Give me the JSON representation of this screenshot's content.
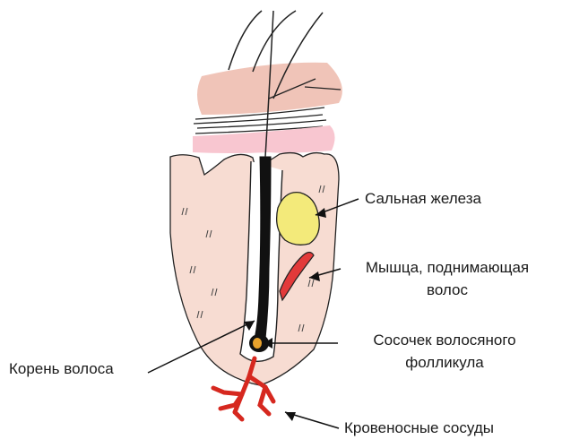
{
  "labels": {
    "sebaceous_gland": "Сальная железа",
    "muscle_line1": "Мышца, поднимающая",
    "muscle_line2": "волос",
    "papilla_line1": "Сосочек волосяного",
    "papilla_line2": "фолликула",
    "hair_root": "Корень волоса",
    "blood_vessels": "Кровеносные сосуды"
  },
  "colors": {
    "epidermis": "#f0c4b8",
    "stratum": "#f8c6d0",
    "dermis": "#f7dcd2",
    "gland": "#f3ea7a",
    "muscle": "#e23a3a",
    "vessel": "#d6281f",
    "papilla": "#e8a22c",
    "outline": "#222222"
  }
}
